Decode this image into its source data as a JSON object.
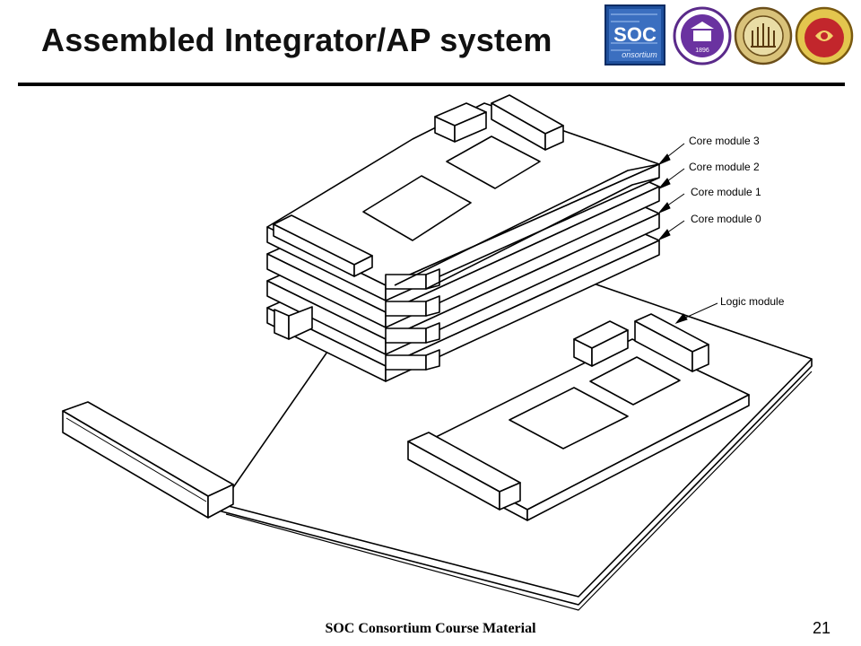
{
  "slide": {
    "title": "Assembled Integrator/AP system",
    "footer": "SOC Consortium Course Material",
    "page_number": "21"
  },
  "logos": [
    {
      "name": "soc-consortium-logo",
      "text": "SOC",
      "subtext": "onsortium"
    },
    {
      "name": "nthu-seal-logo",
      "year": "1896"
    },
    {
      "name": "ncku-seal-logo"
    },
    {
      "name": "ntu-seal-logo"
    }
  ],
  "diagram": {
    "labels": {
      "core3": "Core module 3",
      "core2": "Core module 2",
      "core1": "Core module 1",
      "core0": "Core module 0",
      "logic": "Logic module"
    }
  }
}
